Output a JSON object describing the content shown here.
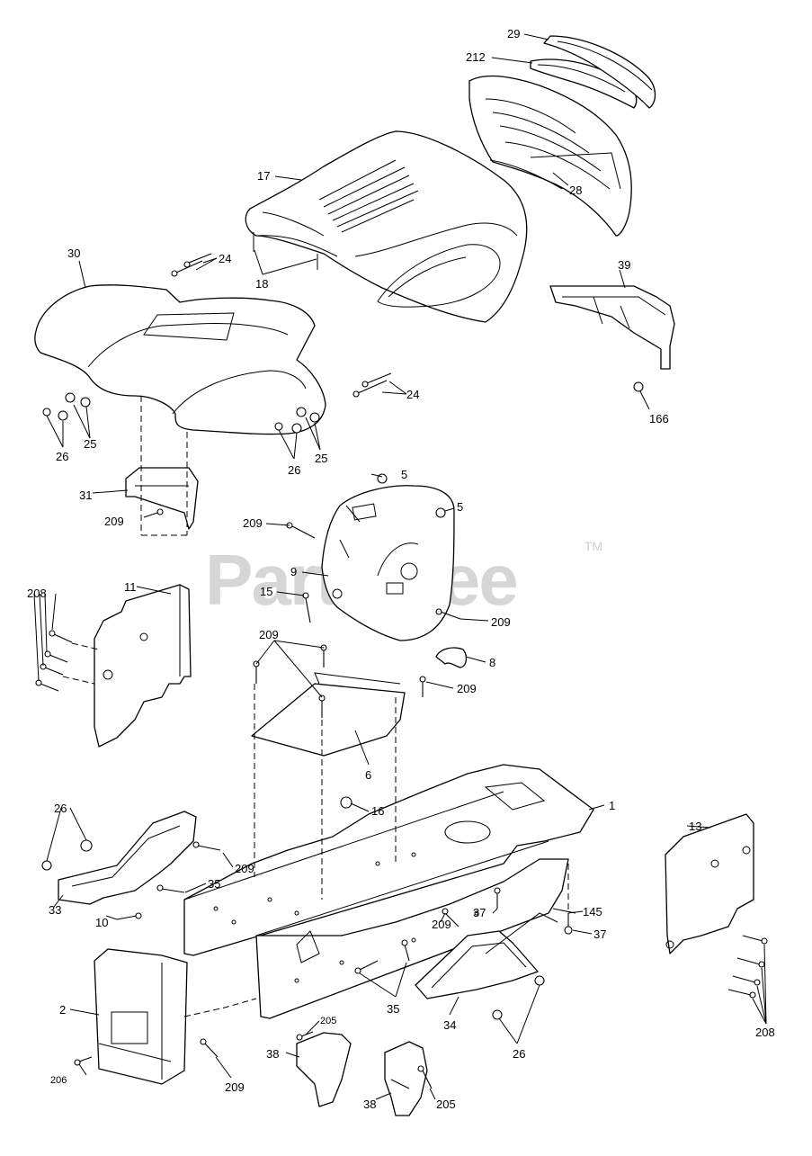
{
  "watermark": {
    "brand": "PartsTree",
    "mark": "TM"
  },
  "labels": {
    "p29": "29",
    "p212": "212",
    "p17": "17",
    "p28": "28",
    "p18": "18",
    "p30": "30",
    "p24a": "24",
    "p24b": "24",
    "p39": "39",
    "p166": "166",
    "p25a": "25",
    "p26a": "26",
    "p25b": "25",
    "p26b": "26",
    "p31": "31",
    "p209a": "209",
    "p5a": "5",
    "p5b": "5",
    "p209b": "209",
    "p9": "9",
    "p15": "15",
    "p209c": "209",
    "p208a": "208",
    "p11": "11",
    "p209d": "209",
    "p8": "8",
    "p209e": "209",
    "p6": "6",
    "p16": "16",
    "p1": "1",
    "p26c": "26",
    "p209f": "209",
    "p35a": "35",
    "p33": "33",
    "p10": "10",
    "p37a": "37",
    "p145": "145",
    "p37b": "37",
    "p13": "13",
    "p209g": "209",
    "p35b": "35",
    "p34": "34",
    "p2": "2",
    "p205a": "205",
    "p38a": "38",
    "p206": "206",
    "p209h": "209",
    "p38b": "38",
    "p205b": "205",
    "p26d": "26",
    "p208b": "208"
  }
}
